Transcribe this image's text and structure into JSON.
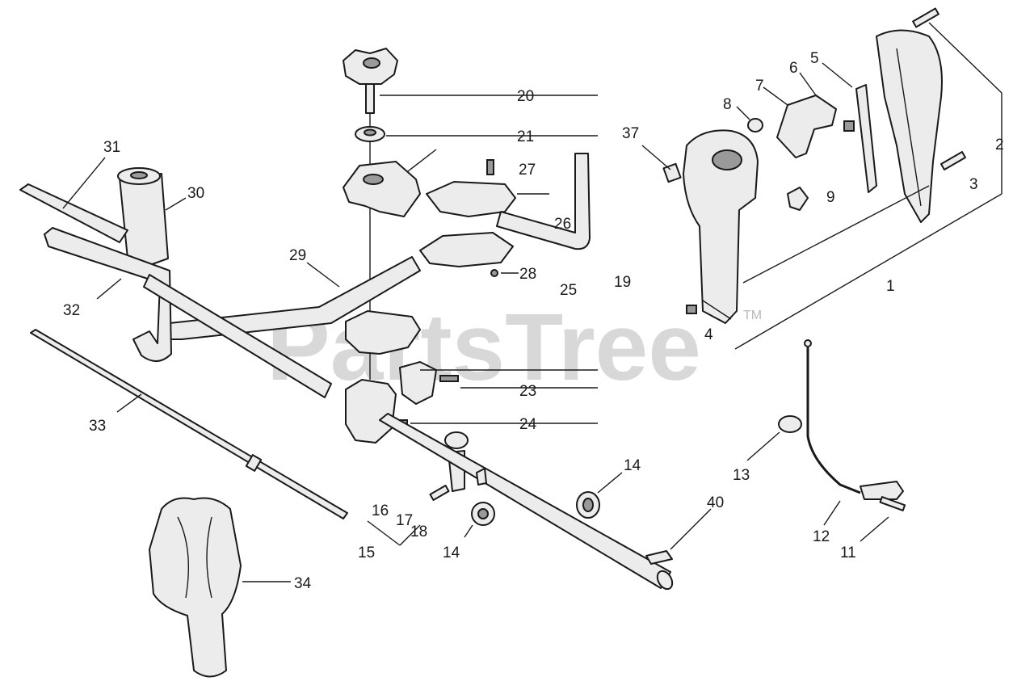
{
  "watermark": {
    "text": "PartsTree",
    "trademark": "TM"
  },
  "callouts": {
    "c1": "1",
    "c2": "2",
    "c3": "3",
    "c4": "4",
    "c5": "5",
    "c6": "6",
    "c7": "7",
    "c8": "8",
    "c9": "9",
    "c11": "11",
    "c12": "12",
    "c13": "13",
    "c14a": "14",
    "c14b": "14",
    "c15": "15",
    "c16": "16",
    "c17": "17",
    "c18": "18",
    "c19": "19",
    "c20": "20",
    "c21": "21",
    "c23": "23",
    "c24": "24",
    "c25": "25",
    "c26": "26",
    "c27": "27",
    "c28": "28",
    "c29": "29",
    "c30": "30",
    "c31": "31",
    "c32": "32",
    "c33": "33",
    "c34": "34",
    "c37": "37",
    "c40": "40"
  },
  "colors": {
    "ink": "#1a1a1a",
    "watermark": "#b9b9b9",
    "background": "#ffffff"
  }
}
